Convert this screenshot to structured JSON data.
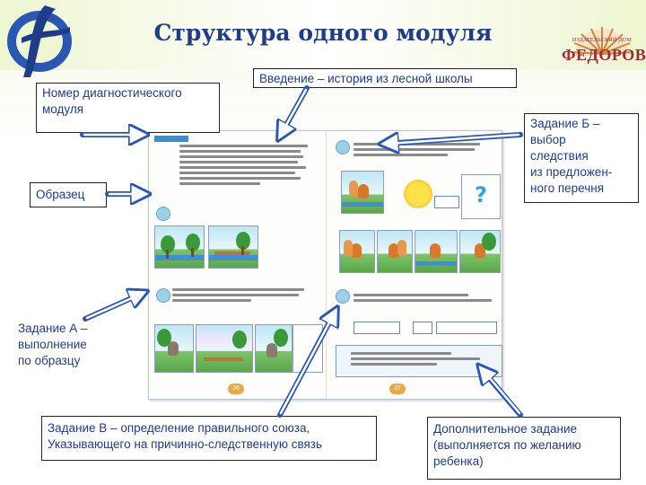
{
  "title": "Структура одного модуля",
  "publisher": {
    "small": "ИЗДАТЕЛЬСКИЙ ДОМ",
    "name": "ФЕДОРОВ"
  },
  "callouts": {
    "diagnostic_number": "Номер диагностического модуля",
    "introduction": "Введение – история из лесной школы",
    "sample": "Образец",
    "task_b_line1": "Задание Б –",
    "task_b_line2": "выбор",
    "task_b_line3": "следствия",
    "task_b_line4": "из предложен-",
    "task_b_line5": "ного  перечня",
    "task_a_line1": "Задание А –",
    "task_a_line2": "выполнение",
    "task_a_line3": "по образцу",
    "task_v_line1": "Задание В – определение  правильного союза,",
    "task_v_line2": "Указывающего на причинно-следственную связь",
    "extra_line1": "Дополнительное задание",
    "extra_line2": "(выполняется по желанию",
    "extra_line3": "ребенка)"
  },
  "book": {
    "page_left_number": "36",
    "page_right_number": "37"
  },
  "colors": {
    "title": "#1f3c88",
    "callout_text": "#1f3c88",
    "arrow": "#2a56b4",
    "publisher": "#a0283c"
  },
  "icons": {
    "left_logo": "stylized-f-logo",
    "right_logo": "sunrise-book-logo"
  }
}
